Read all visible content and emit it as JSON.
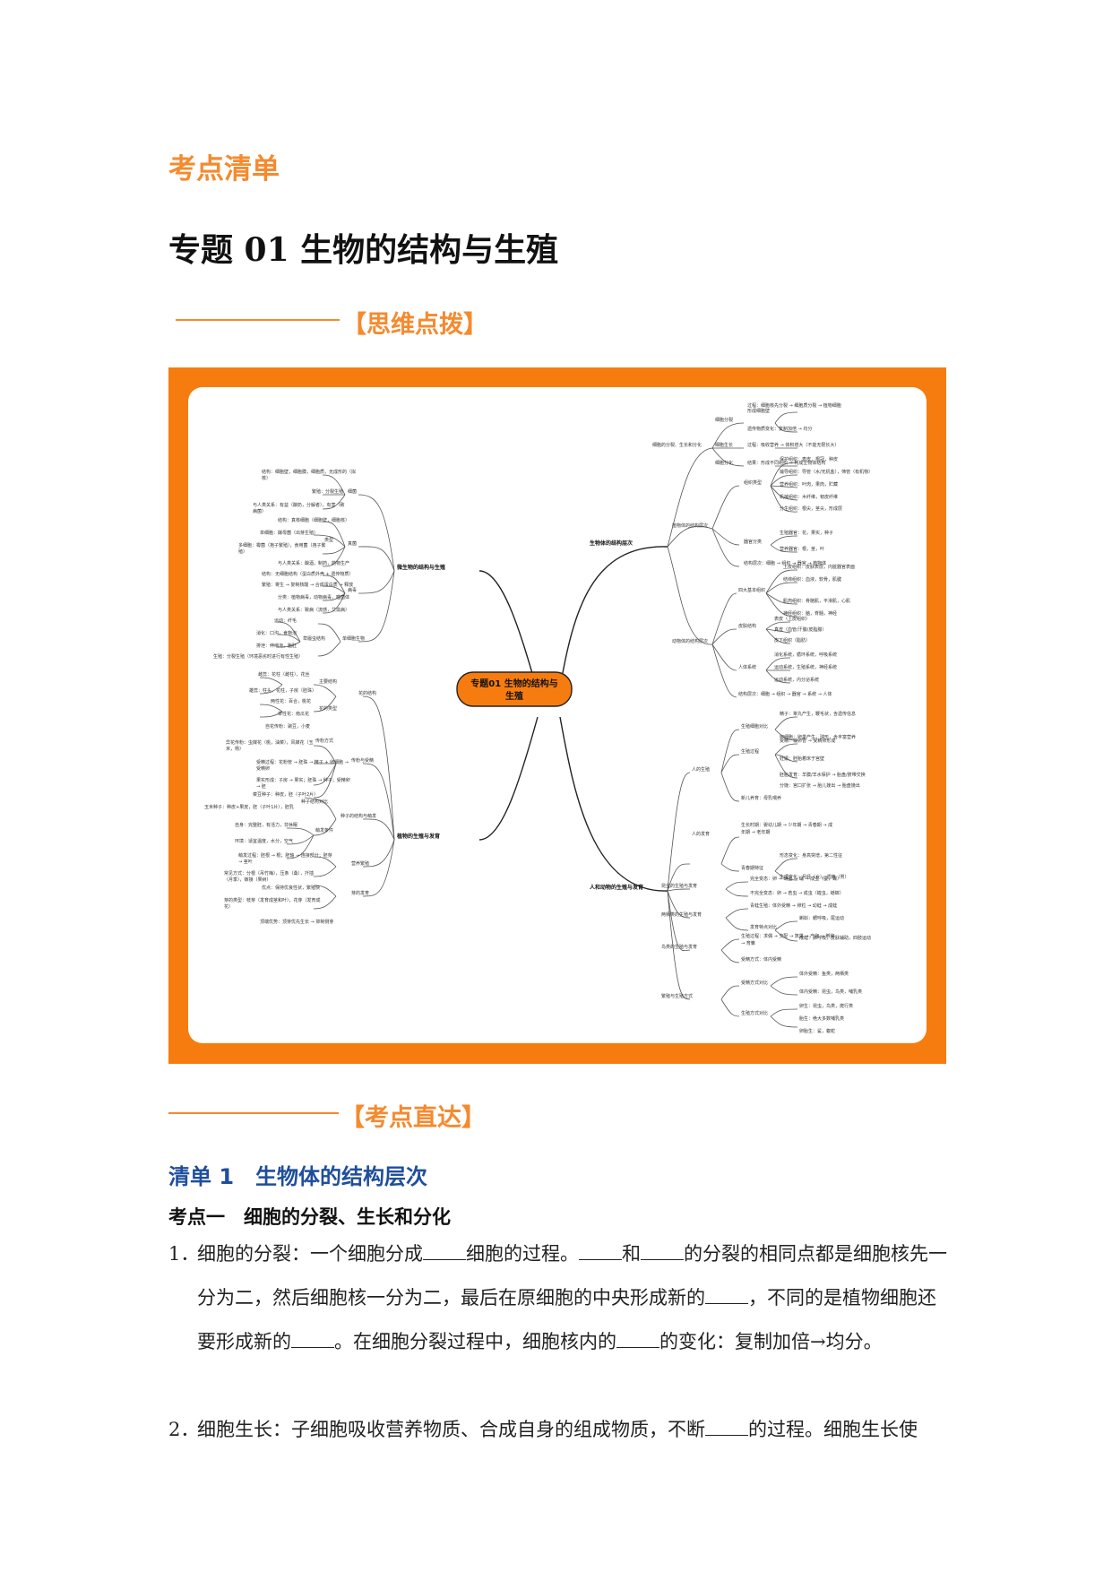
{
  "header": "考点清单",
  "title": "专题 01 生物的结构与生殖",
  "section1": "【思维点拨】",
  "mindmap": {
    "center": [
      "专题01 生物的结构与",
      "生殖"
    ],
    "watermark": "",
    "branches": {
      "b1": "生物体的结构层次",
      "b2": "人和动物的生殖与发育",
      "b3": "微生物的结构与生殖",
      "b4": "植物的生殖与发育"
    },
    "sub": {
      "s1": "细胞的分裂、生长和分化",
      "s2": "植物体的结构层次",
      "s3": "动物体的结构层次",
      "s4": "人的生殖",
      "s5": "昆虫的生殖与发育",
      "s6": "两栖类的生殖与发育",
      "s7": "鸟类的生殖与发育",
      "s8": "繁殖与生殖方式",
      "s9": "细菌",
      "s10": "真菌",
      "s11": "病毒",
      "s12": "单细胞生物",
      "s13": "花的结构",
      "s14": "传粉与受精",
      "s15": "种子的结构与萌发",
      "s16": "营养繁殖",
      "s17": "芽的发育"
    },
    "leaves": {
      "l1": "细胞分裂",
      "l2": "细胞生长",
      "l3": "细胞分化",
      "l4": "过程：细胞核先分裂 → 细胞质分裂 → 植物细胞",
      "l5": "形成细胞壁",
      "l6": "遗传物质变化：复制加倍 → 均分",
      "l7": "过程：吸收营养 → 体积增大（不能无限长大）",
      "l8": "结果：形成不同组织 → 构成生物体结构",
      "l9": "组织类型",
      "l10": "保护组织：表皮，根冠，种皮",
      "l11": "输导组织：导管（水/无机盐），筛管（有机物）",
      "l12": "营养组织：叶肉，果肉，贮藏",
      "l13": "机械组织：木纤维，韧皮纤维",
      "l14": "分生组织：根尖，茎尖，形成层",
      "l15": "器官分类",
      "l16": "生殖器官：花，果实，种子",
      "l17": "营养器官：根，茎，叶",
      "l18": "结构层次：细胞 → 组织 → 器官 → 植物体",
      "l19": "四大基本组织",
      "l20": "上皮组织：皮肤表层，内脏器官表面",
      "l21": "结缔组织：血液，软骨，肌腱",
      "l22": "肌肉组织：骨骼肌，平滑肌，心肌",
      "l23": "神经组织：脑，脊髓，神经",
      "l24": "皮肤结构",
      "l25": "表皮（上皮组织）",
      "l26": "真皮（血管/汗腺/皮脂腺）",
      "l27": "皮下组织（脂肪）",
      "l28": "人体系统",
      "l29": "消化系统，循环系统，呼吸系统",
      "l30": "运动系统，生殖系统，神经系统",
      "l31": "运动系统，内分泌系统",
      "l32": "结构层次：细胞 → 组织 → 器官 → 系统 → 人体",
      "l33": "生殖细胞对比",
      "l34": "精子：睾丸产生，鞭毛状，含遗传信息",
      "l35": "卵细胞：卵巢产生，球形，含丰富营养",
      "l36": "生殖过程",
      "l37": "受精：输卵管 → 受精卵形成",
      "l38": "妊娠：胚胎着床于宫壁",
      "l39": "胚胎发育：羊膜/羊水保护 → 胎盘/脐带交换",
      "l40": "分娩：宫口扩张 → 胎儿娩出 → 胎盘娩出",
      "l41": "新儿养育：母乳喂养",
      "l42": "人的发育",
      "l43": "生长时期：婴幼儿期 → 少年期 → 青春期 → 成",
      "l44": "年期 → 老年期",
      "l45": "青春期特征",
      "l46": "形态变化：身高突增，第二性征",
      "l47": "生理变化：月经（女），遗精（男）",
      "l48": "完全变态：卵 → 幼虫 → 蛹 → 成虫（蚕，蝶）",
      "l49": "不完全变态：卵 → 若虫 → 成虫（蝗虫，蟋蟀）",
      "l50": "青蛙生殖：体外受精 → 卵粒 → 幼蛙 → 成蛙",
      "l51": "发育特点对比",
      "l52": "蝌蚪：鳃呼吸，尾运动",
      "l53": "成蛙：肺呼吸，皮肤辅助，四肢运动",
      "l54": "生殖过程：求偶 → 交配 → 筑巢 → 产卵 → 孵卵",
      "l55": "→ 育雏",
      "l56": "受精方式：体内受精",
      "l57": "受精方式对比",
      "l58": "体外受精：鱼类，两栖类",
      "l59": "体内受精：昆虫，鸟类，哺乳类",
      "l60": "生殖方式对比",
      "l61": "卵生：昆虫，鸟类，爬行类",
      "l62": "胎生：绝大多数哺乳类",
      "l63": "卵胎生：鲨，蝮蛇",
      "l64": "结构：细胞壁，细胞膜，细胞质，无成形的（拟",
      "l65": "核）",
      "l66": "繁殖：分裂生殖",
      "l67": "与人类关系：有益（酿奶，分解者），有害（致",
      "l68": "病菌）",
      "l69": "结构：真核细胞（细胞壁，细胞核）",
      "l70": "单细胞：酵母菌（出芽生殖）",
      "l71": "多细胞：霉菌（孢子繁殖），食用菌（孢子繁",
      "l72": "殖）",
      "l73": "类型",
      "l74": "与人类关系：酿酒，制药，药物生产",
      "l75": "结构：无细胞结构（蛋白质外壳 + 遗传物质）",
      "l76": "繁殖：寄生 → 复制核酸 → 合成蛋白质 → 释放",
      "l77": "分类：植物病毒，动物病毒，噬菌体",
      "l78": "与人类关系：致病（流感，艾滋病）",
      "l79": "运动：纤毛",
      "l80": "消化：口沟，食物泡",
      "l81": "排泄：伸缩泡，胞肛",
      "l82": "草履虫结构",
      "l83": "生殖：分裂生殖（环境恶劣时进行有性生殖）",
      "l84": "雌蕊：花柱（雌柱），花丝",
      "l85": "雄蕊：柱头，花柱，子房（胚珠）",
      "l86": "两性花：百合，桃花",
      "l87": "单性花：南瓜花",
      "l88": "主要结构",
      "l89": "花的类型",
      "l90": "自花传粉：豌豆，小麦",
      "l91": "传粉方式",
      "l92": "异花传粉：虫媒花（桃，油菜），风媒花（玉",
      "l93": "米，杨）",
      "l94": "受精过程：花粉管 → 胚珠 → 精子 + 卵细胞 →",
      "l95": "受精卵",
      "l96": "果实形成：子房 → 果实；胚珠 → 种子；受精卵",
      "l97": "→ 胚",
      "l98": "菜豆种子：种皮，胚（子叶2片）",
      "l99": "种子结构对比",
      "l100": "玉米种子：种皮+果皮，胚（子叶1片），胚乳",
      "l101": "自身：完整胚，有活力，非休眠",
      "l102": "萌发条件",
      "l103": "环境：适宜温度，水分，空气",
      "l104": "萌发过程：胚根 → 根；胚轴 → 连接部分；胚芽",
      "l105": "→ 茎叶",
      "l106": "常见方式：分根（吊竹梅），压条（桑），扦插",
      "l107": "（月季），嫁接（果树）",
      "l108": "优点：保持优良性状，繁殖快",
      "l109": "芽的类型：枝芽（发育成茎和叶），花芽（发育成",
      "l110": "花）",
      "l111": "顶端优势：顶芽优先生长 → 抑制侧芽"
    }
  },
  "section2": "【考点直达】",
  "list_title": "清单 1　生物体的结构层次",
  "point_title": "考点一　细胞的分裂、生长和分化",
  "items": [
    {
      "num": "1．",
      "t1": "细胞的分裂：一个细胞分成",
      "t2": "细胞的过程。",
      "t3": "和",
      "t4": "的分裂的相同点都是细胞核先一分为二，然后细胞核一分为二，最后在原细胞的中央形成新的",
      "t5": "，不同的是植物细胞还要形成新的",
      "t6": "。在细胞分裂过程中，细胞核内的",
      "t7": "的变化：复制加倍→均分。"
    },
    {
      "num": "2．",
      "t1": "细胞生长：子细胞吸收营养物质、合成自身的组成物质，不断",
      "t2": "的过程。细胞生长使"
    }
  ]
}
